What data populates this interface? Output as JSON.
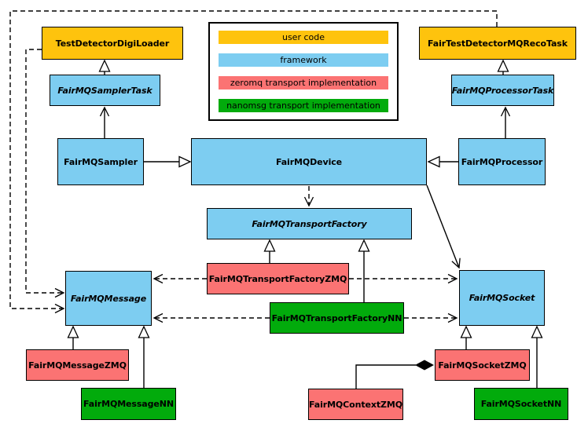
{
  "colors": {
    "user_code": "#fec30d",
    "framework": "#7dcdf1",
    "zeromq_impl": "#fb7373",
    "nanomsg_impl": "#02ab0c",
    "line": "#000000",
    "background": "#ffffff"
  },
  "legend": {
    "items": [
      {
        "label": "user code",
        "category": "user_code"
      },
      {
        "label": "framework",
        "category": "framework"
      },
      {
        "label": "zeromq transport implementation",
        "category": "zeromq_impl"
      },
      {
        "label": "nanomsg transport implementation",
        "category": "nanomsg_impl"
      }
    ]
  },
  "nodes": {
    "digiloader": {
      "label": "TestDetectorDigiLoader",
      "category": "user_code",
      "abstract": false
    },
    "recotask": {
      "label": "FairTestDetectorMQRecoTask",
      "category": "user_code",
      "abstract": false
    },
    "samplertask": {
      "label": "FairMQSamplerTask",
      "category": "framework",
      "abstract": true
    },
    "processortask": {
      "label": "FairMQProcessorTask",
      "category": "framework",
      "abstract": true
    },
    "sampler": {
      "label": "FairMQSampler",
      "category": "framework",
      "abstract": false
    },
    "device": {
      "label": "FairMQDevice",
      "category": "framework",
      "abstract": false
    },
    "processor": {
      "label": "FairMQProcessor",
      "category": "framework",
      "abstract": false
    },
    "transportfactory": {
      "label": "FairMQTransportFactory",
      "category": "framework",
      "abstract": true
    },
    "tfzmq": {
      "label": "FairMQTransportFactoryZMQ",
      "category": "zeromq_impl",
      "abstract": false
    },
    "tfnn": {
      "label": "FairMQTransportFactoryNN",
      "category": "nanomsg_impl",
      "abstract": false
    },
    "message": {
      "label": "FairMQMessage",
      "category": "framework",
      "abstract": true
    },
    "socket": {
      "label": "FairMQSocket",
      "category": "framework",
      "abstract": true
    },
    "messagezmq": {
      "label": "FairMQMessageZMQ",
      "category": "zeromq_impl",
      "abstract": false
    },
    "messagenn": {
      "label": "FairMQMessageNN",
      "category": "nanomsg_impl",
      "abstract": false
    },
    "contextzmq": {
      "label": "FairMQContextZMQ",
      "category": "zeromq_impl",
      "abstract": false
    },
    "socketzmq": {
      "label": "FairMQSocketZMQ",
      "category": "zeromq_impl",
      "abstract": false
    },
    "socketnn": {
      "label": "FairMQSocketNN",
      "category": "nanomsg_impl",
      "abstract": false
    }
  },
  "edges": [
    {
      "from": "FairMQSamplerTask",
      "to": "TestDetectorDigiLoader",
      "style": "solid",
      "head": "hollow-triangle"
    },
    {
      "from": "FairMQProcessorTask",
      "to": "FairTestDetectorMQRecoTask",
      "style": "solid",
      "head": "hollow-triangle"
    },
    {
      "from": "FairMQSampler",
      "to": "FairMQSamplerTask",
      "style": "solid",
      "head": "open-arrow"
    },
    {
      "from": "FairMQProcessor",
      "to": "FairMQProcessorTask",
      "style": "solid",
      "head": "open-arrow"
    },
    {
      "from": "FairMQSampler",
      "to": "FairMQDevice",
      "style": "solid",
      "head": "hollow-triangle"
    },
    {
      "from": "FairMQProcessor",
      "to": "FairMQDevice",
      "style": "solid",
      "head": "hollow-triangle"
    },
    {
      "from": "FairMQDevice",
      "to": "FairMQTransportFactory",
      "style": "dashed",
      "head": "open-arrow"
    },
    {
      "from": "FairMQDevice",
      "to": "FairMQSocket",
      "style": "solid",
      "head": "open-arrow"
    },
    {
      "from": "FairMQTransportFactoryZMQ",
      "to": "FairMQTransportFactory",
      "style": "solid",
      "head": "hollow-triangle"
    },
    {
      "from": "FairMQTransportFactoryNN",
      "to": "FairMQTransportFactory",
      "style": "solid",
      "head": "hollow-triangle"
    },
    {
      "from": "FairMQTransportFactoryZMQ",
      "to": "FairMQMessage",
      "style": "dashed",
      "head": "open-arrow"
    },
    {
      "from": "FairMQTransportFactoryZMQ",
      "to": "FairMQSocket",
      "style": "dashed",
      "head": "open-arrow"
    },
    {
      "from": "FairMQTransportFactoryNN",
      "to": "FairMQMessage",
      "style": "dashed",
      "head": "open-arrow"
    },
    {
      "from": "FairMQTransportFactoryNN",
      "to": "FairMQSocket",
      "style": "dashed",
      "head": "open-arrow"
    },
    {
      "from": "TestDetectorDigiLoader",
      "to": "FairMQMessage",
      "style": "dashed",
      "head": "open-arrow"
    },
    {
      "from": "FairTestDetectorMQRecoTask",
      "to": "FairMQMessage",
      "style": "dashed",
      "head": "open-arrow"
    },
    {
      "from": "FairMQMessageZMQ",
      "to": "FairMQMessage",
      "style": "solid",
      "head": "hollow-triangle"
    },
    {
      "from": "FairMQMessageNN",
      "to": "FairMQMessage",
      "style": "solid",
      "head": "hollow-triangle"
    },
    {
      "from": "FairMQSocketZMQ",
      "to": "FairMQSocket",
      "style": "solid",
      "head": "hollow-triangle"
    },
    {
      "from": "FairMQSocketNN",
      "to": "FairMQSocket",
      "style": "solid",
      "head": "hollow-triangle"
    },
    {
      "from": "FairMQContextZMQ",
      "to": "FairMQSocketZMQ",
      "style": "solid",
      "head": "filled-diamond"
    }
  ]
}
